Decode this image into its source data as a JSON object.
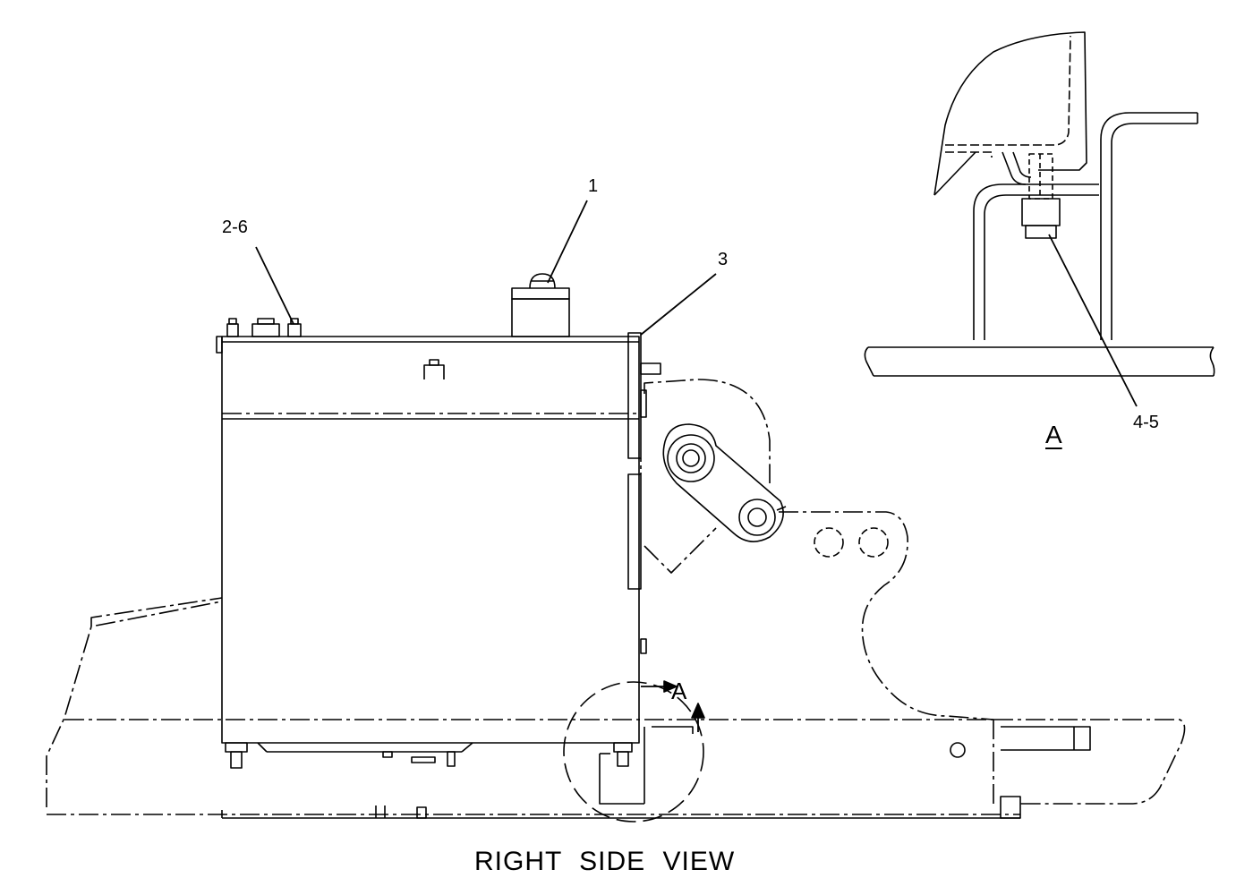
{
  "callouts": {
    "part_1": "1",
    "part_2_6": "2-6",
    "part_3": "3",
    "part_4_5": "4-5"
  },
  "detail_view": {
    "label": "A"
  },
  "section_marker": {
    "label": "A"
  },
  "view_title": "RIGHT  SIDE  VIEW"
}
